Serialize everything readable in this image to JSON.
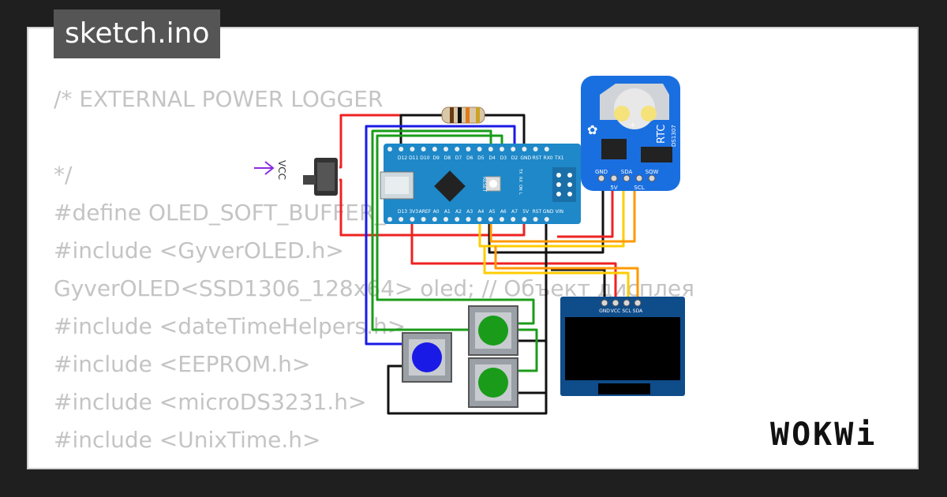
{
  "tab": {
    "filename": "sketch.ino"
  },
  "code_lines": [
    "/* EXTERNAL POWER LOGGER",
    "",
    "*/",
    "#define OLED_SOFT_BUFFER_64",
    "#include <GyverOLED.h>",
    "GyverOLED<SSD1306_128x64> oled; // Объект дисплея",
    "#include <dateTimeHelpers.h>",
    "#include <EEPROM.h>",
    "#include <microDS3231.h>",
    "#include <UnixTime.h>"
  ],
  "brand": {
    "logo": "WOKWi"
  },
  "components": {
    "vcc_label": "VCC",
    "nano": {
      "top_pins": [
        "D12",
        "D11",
        "D10",
        "D9",
        "D8",
        "D7",
        "D6",
        "D5",
        "D4",
        "D3",
        "D2",
        "GND",
        "RST",
        "RX0",
        "TX1"
      ],
      "bottom_pins": [
        "D13",
        "3V3",
        "AREF",
        "A0",
        "A1",
        "A2",
        "A3",
        "A4",
        "A5",
        "A6",
        "A7",
        "5V",
        "RST",
        "GND",
        "VIN"
      ],
      "reset_label": "RESET",
      "led_labels": [
        "TX",
        "RX",
        "ON",
        "L"
      ]
    },
    "rtc": {
      "title": "RTC",
      "model": "DS1307",
      "pins": [
        "GND",
        "5V",
        "SDA",
        "SCL",
        "SQW"
      ]
    },
    "oled": {
      "pins": [
        "GND",
        "VCC",
        "SCL",
        "SDA"
      ]
    }
  },
  "colors": {
    "background": "#1f1f1f",
    "card": "#ffffff",
    "filename_bg": "#555555",
    "code": "#c4c4c4",
    "wire_red": "#ee2222",
    "wire_green": "#1a9c1a",
    "wire_blue": "#1a1ae6",
    "wire_yellow": "#ffcc00",
    "wire_orange": "#ff9900",
    "wire_black": "#111111",
    "nano_blue": "#1e88c8",
    "rtc_blue": "#1a6fe0"
  }
}
